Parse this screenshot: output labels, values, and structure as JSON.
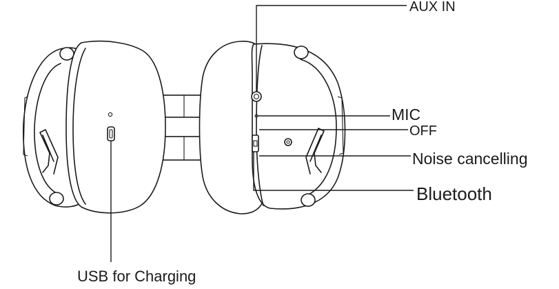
{
  "labels": {
    "aux_in": "AUX IN",
    "mic": "MIC",
    "off": "OFF",
    "noise_cancelling": "Noise cancelling",
    "bluetooth": "Bluetooth",
    "usb_charging": "USB for Charging"
  },
  "colors": {
    "line": "#1a1a1a",
    "background": "#ffffff"
  }
}
